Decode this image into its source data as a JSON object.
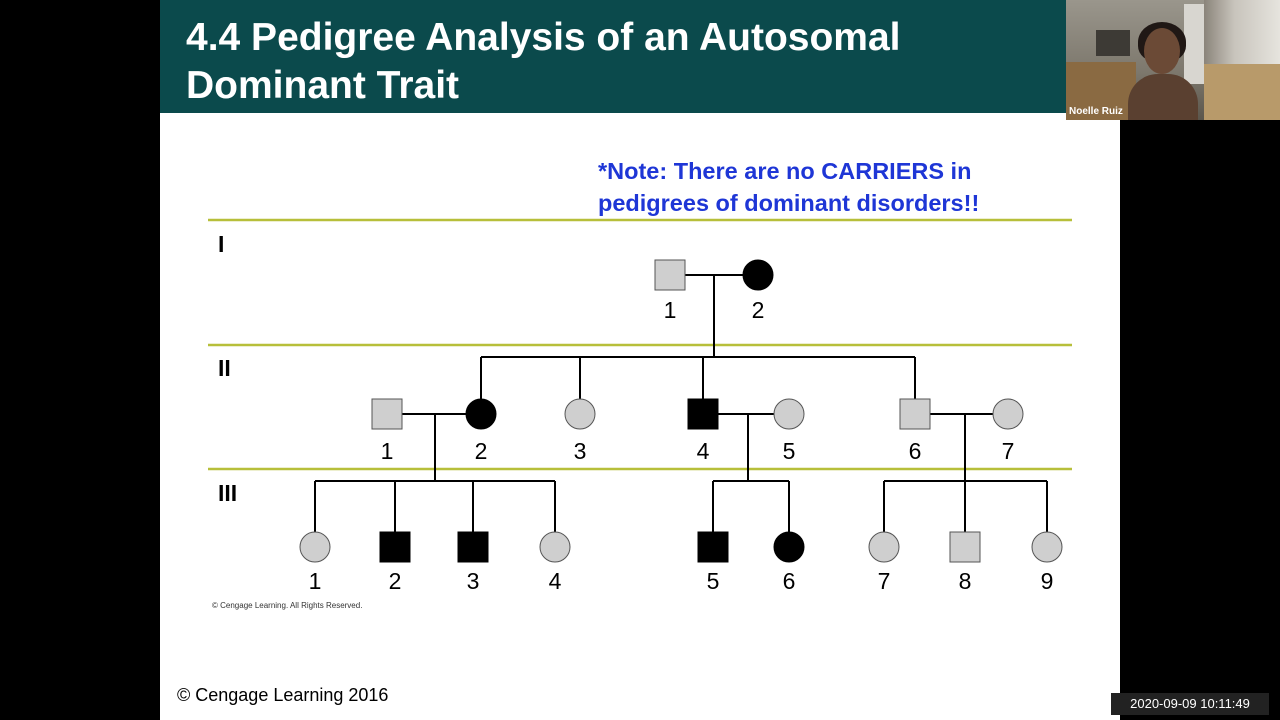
{
  "slide": {
    "title": "4.4 Pedigree Analysis of an Autosomal\nDominant Trait",
    "note": "*Note: There are no CARRIERS in\npedigrees of dominant disorders!!",
    "image_copyright": "© Cengage Learning. All Rights Reserved.",
    "footer": "© Cengage Learning 2016"
  },
  "video": {
    "participant_name": "Noelle Ruiz"
  },
  "timestamp": "2020-09-09  10:11:49",
  "pedigree": {
    "colors": {
      "rule": "#b7bf3a",
      "affected": "#000000",
      "unaffected": "#cfcfcf"
    },
    "generations": [
      "I",
      "II",
      "III"
    ],
    "individuals": {
      "I": [
        {
          "label": "1",
          "sex": "male",
          "affected": false
        },
        {
          "label": "2",
          "sex": "female",
          "affected": true
        }
      ],
      "II": [
        {
          "label": "1",
          "sex": "male",
          "affected": false
        },
        {
          "label": "2",
          "sex": "female",
          "affected": true
        },
        {
          "label": "3",
          "sex": "female",
          "affected": false
        },
        {
          "label": "4",
          "sex": "male",
          "affected": true
        },
        {
          "label": "5",
          "sex": "female",
          "affected": false
        },
        {
          "label": "6",
          "sex": "male",
          "affected": false
        },
        {
          "label": "7",
          "sex": "female",
          "affected": false
        }
      ],
      "III": [
        {
          "label": "1",
          "sex": "female",
          "affected": false
        },
        {
          "label": "2",
          "sex": "male",
          "affected": true
        },
        {
          "label": "3",
          "sex": "male",
          "affected": true
        },
        {
          "label": "4",
          "sex": "female",
          "affected": false
        },
        {
          "label": "5",
          "sex": "male",
          "affected": true
        },
        {
          "label": "6",
          "sex": "female",
          "affected": true
        },
        {
          "label": "7",
          "sex": "female",
          "affected": false
        },
        {
          "label": "8",
          "sex": "male",
          "affected": false
        },
        {
          "label": "9",
          "sex": "female",
          "affected": false
        }
      ]
    }
  }
}
